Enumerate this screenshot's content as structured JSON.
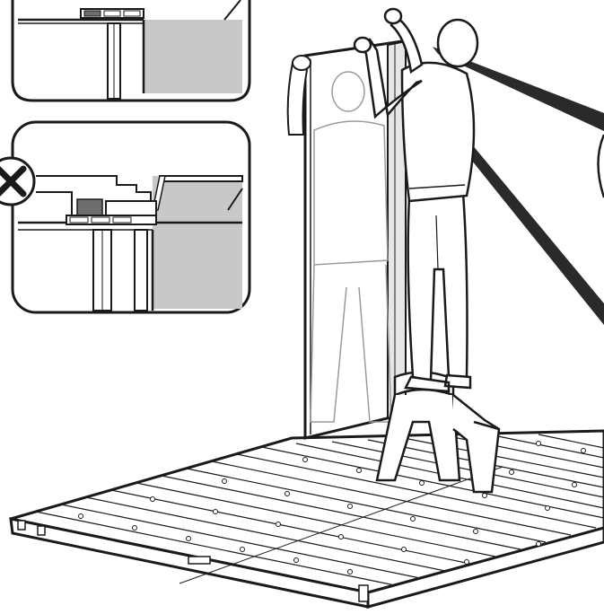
{
  "colors": {
    "line": "#1a1a1a",
    "panel_gray": "#c8c8c8",
    "panel_dark": "#6e6e6e",
    "floor_fill": "#ffffff",
    "ghost_line": "#9a9a9a",
    "strap": "#2a2a2a"
  },
  "illustration": {
    "figures": [
      "person-assembling",
      "person-ghost-outline"
    ],
    "icons": [
      "incorrect-x-icon"
    ],
    "detail_insets": 2,
    "objects": [
      "wall-panel",
      "step-stool",
      "floor-deck",
      "support-straps"
    ]
  }
}
